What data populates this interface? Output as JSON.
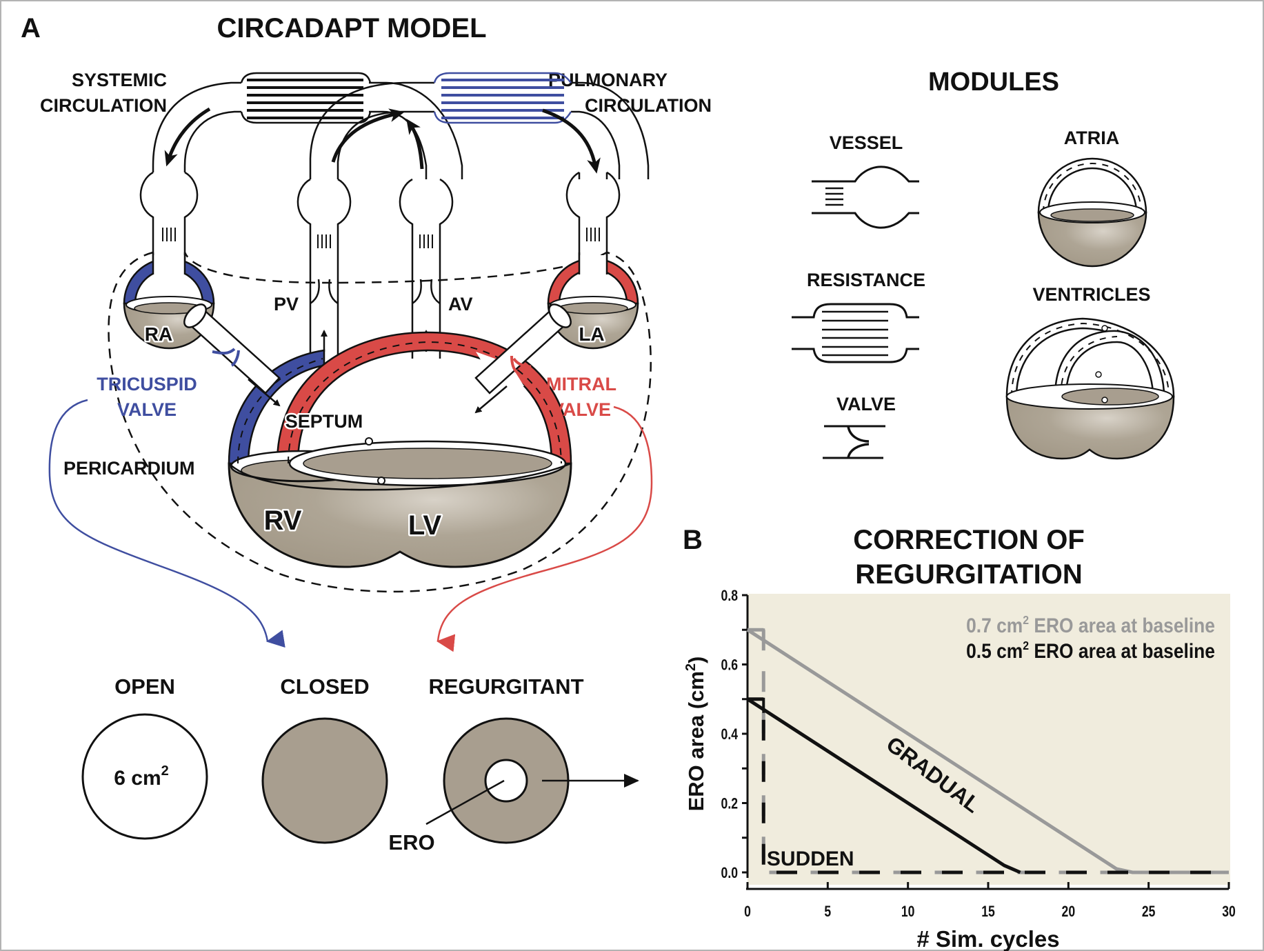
{
  "panel_a": {
    "letter": "A",
    "title": "CIRCADAPT MODEL",
    "systemic_label": [
      "SYSTEMIC",
      "CIRCULATION"
    ],
    "pulmonary_label": [
      "PULMONARY",
      "CIRCULATION"
    ],
    "chambers": {
      "ra": "RA",
      "la": "LA",
      "rv": "RV",
      "lv": "LV"
    },
    "valves": {
      "pv": "PV",
      "av": "AV"
    },
    "septum": "SEPTUM",
    "pericardium": "PERICARDIUM",
    "tricuspid_label": [
      "TRICUSPID",
      "VALVE"
    ],
    "mitral_label": [
      "MITRAL",
      "VALVE"
    ],
    "valve_states": {
      "open": {
        "label": "OPEN",
        "area": "6 cm",
        "area_sup": "2"
      },
      "closed": {
        "label": "CLOSED"
      },
      "regurgitant": {
        "label": "REGURGITANT",
        "ero_label": "ERO"
      }
    },
    "colors": {
      "right_heart": "#3f4ea0",
      "left_heart": "#d94a47",
      "tissue": "#a89e8f"
    }
  },
  "modules": {
    "title": "MODULES",
    "items": [
      "VESSEL",
      "ATRIA",
      "RESISTANCE",
      "VENTRICLES",
      "VALVE"
    ]
  },
  "panel_b": {
    "letter": "B",
    "title": [
      "CORRECTION OF",
      "REGURGITATION"
    ],
    "gradual_label": "GRADUAL",
    "sudden_label": "SUDDEN"
  },
  "chart_data": {
    "type": "line",
    "title": "CORRECTION OF REGURGITATION",
    "xlabel": "# Sim. cycles",
    "ylabel": "ERO area (cm2)",
    "xlim": [
      0,
      30
    ],
    "ylim": [
      0,
      0.8
    ],
    "xticks": [
      0,
      5,
      10,
      15,
      20,
      25,
      30
    ],
    "yticks": [
      0.0,
      0.2,
      0.4,
      0.6,
      0.8
    ],
    "ytick_labels": [
      "0.0",
      "0.2",
      "0.4",
      "0.6",
      "0.8"
    ],
    "xtick_labels": [
      "0",
      "5",
      "10",
      "15",
      "20",
      "25",
      "30"
    ],
    "y_minor_step": 0.1,
    "grid": false,
    "background": "#f0ecdd",
    "legend": {
      "placement": "top-right",
      "entries": [
        {
          "text": "0.7 cm",
          "sup": "2",
          "rest": " ERO area at baseline",
          "color": "#999999"
        },
        {
          "text": "0.5 cm",
          "sup": "2",
          "rest": " ERO area at baseline",
          "color": "#111111"
        }
      ]
    },
    "series": [
      {
        "name": "0.7 gradual",
        "color": "#999999",
        "style": "solid",
        "x": [
          0,
          1,
          0,
          23,
          24,
          30
        ],
        "y": [
          0.7,
          0.7,
          0.7,
          0.01,
          0.0,
          0.0
        ],
        "segments": [
          [
            0,
            1
          ],
          [
            2,
            3,
            4,
            5
          ]
        ]
      },
      {
        "name": "0.7 sudden",
        "color": "#999999",
        "style": "dashed",
        "x": [
          1,
          1,
          30
        ],
        "y": [
          0.7,
          0.0,
          0.0
        ]
      },
      {
        "name": "0.5 gradual",
        "color": "#111111",
        "style": "solid",
        "x": [
          0,
          1,
          0,
          16,
          17,
          30
        ],
        "y": [
          0.5,
          0.5,
          0.5,
          0.02,
          0.0,
          0.0
        ],
        "segments": [
          [
            0,
            1
          ],
          [
            2,
            3,
            4
          ]
        ]
      },
      {
        "name": "0.5 sudden",
        "color": "#111111",
        "style": "dashed",
        "x": [
          1,
          1,
          30
        ],
        "y": [
          0.5,
          0.0,
          0.0
        ]
      }
    ]
  }
}
